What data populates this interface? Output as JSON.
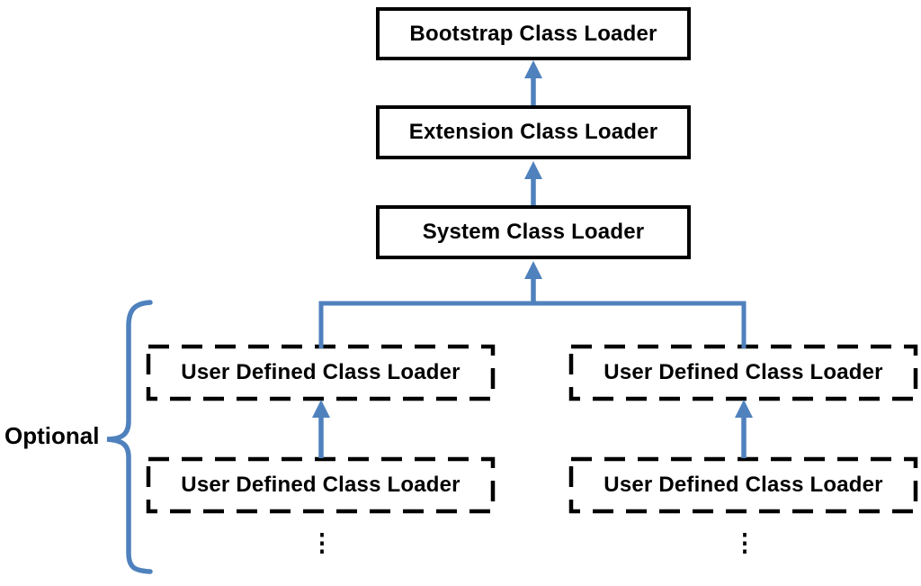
{
  "diagram": {
    "boxes": {
      "bootstrap": "Bootstrap Class Loader",
      "extension": "Extension Class Loader",
      "system": "System Class Loader",
      "user_left_top": "User Defined Class Loader",
      "user_left_bottom": "User Defined Class Loader",
      "user_right_top": "User Defined Class Loader",
      "user_right_bottom": "User Defined Class Loader"
    },
    "optional_label": "Optional",
    "ellipsis": "⋮",
    "colors": {
      "connector_blue": "#4f81bd",
      "box_border": "#000000",
      "text": "#000000",
      "background": "#ffffff"
    }
  }
}
